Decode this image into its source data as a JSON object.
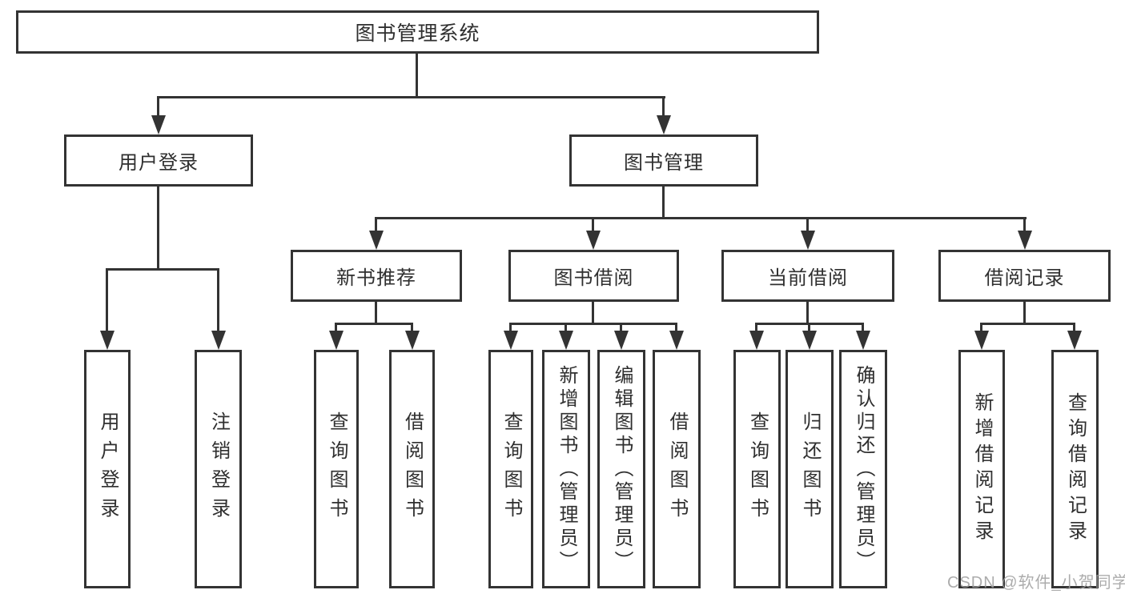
{
  "diagram": {
    "root": {
      "label": "图书管理系统"
    },
    "level2": [
      {
        "label": "用户登录"
      },
      {
        "label": "图书管理"
      }
    ],
    "level3": [
      {
        "label": "新书推荐"
      },
      {
        "label": "图书借阅"
      },
      {
        "label": "当前借阅"
      },
      {
        "label": "借阅记录"
      }
    ],
    "leaves": {
      "user_login": [
        {
          "label": "用户登录"
        },
        {
          "label": "注销登录"
        }
      ],
      "new_book": [
        {
          "label": "查询图书"
        },
        {
          "label": "借阅图书"
        }
      ],
      "book_borrow": [
        {
          "label": "查询图书"
        },
        {
          "label": "新增图书（管理员）"
        },
        {
          "label": "编辑图书（管理员）"
        },
        {
          "label": "借阅图书"
        }
      ],
      "current_borrow": [
        {
          "label": "查询图书"
        },
        {
          "label": "归还图书"
        },
        {
          "label": "确认归还（管理员）"
        }
      ],
      "borrow_record": [
        {
          "label": "新增借阅记录"
        },
        {
          "label": "查询借阅记录"
        }
      ]
    },
    "watermark": "CSDN @软件_小贺同学",
    "colors": {
      "line": "#333333",
      "text": "#2f2f2f",
      "watermark": "#9e9e9e",
      "background": "#ffffff"
    }
  }
}
